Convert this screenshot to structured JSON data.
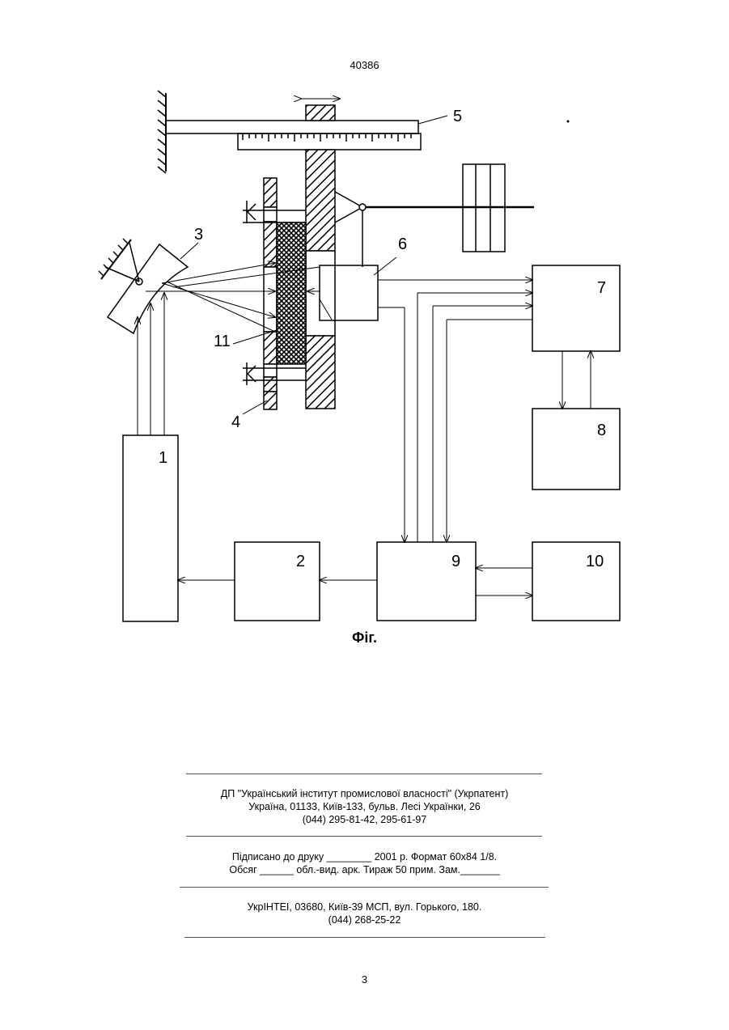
{
  "header": {
    "patent_number": "40386"
  },
  "figure": {
    "caption": "Фіг.",
    "labels": {
      "b1": "1",
      "b2": "2",
      "mirror": "3",
      "plate": "4",
      "scale": "5",
      "b6": "6",
      "b7": "7",
      "b8": "8",
      "b9": "9",
      "b10": "10",
      "sample": "11"
    }
  },
  "imprint": {
    "publisher": [
      "ДП \"Український інститут промислової власності\" (Укрпатент)",
      "Україна, 01133, Київ-133, бульв. Лесі Українки, 26",
      "(044) 295-81-42, 295-61-97"
    ],
    "print_info": [
      "Підписано до друку ________ 2001 р.    Формат 60х84 1/8.",
      "Обсяг ______ обл.-вид. арк.   Тираж 50 прим.    Зам._______"
    ],
    "printer": [
      "УкрІНТЕІ, 03680, Київ-39 МСП, вул. Горького, 180.",
      "(044) 268-25-22"
    ]
  },
  "footer": {
    "page_number": "3"
  }
}
